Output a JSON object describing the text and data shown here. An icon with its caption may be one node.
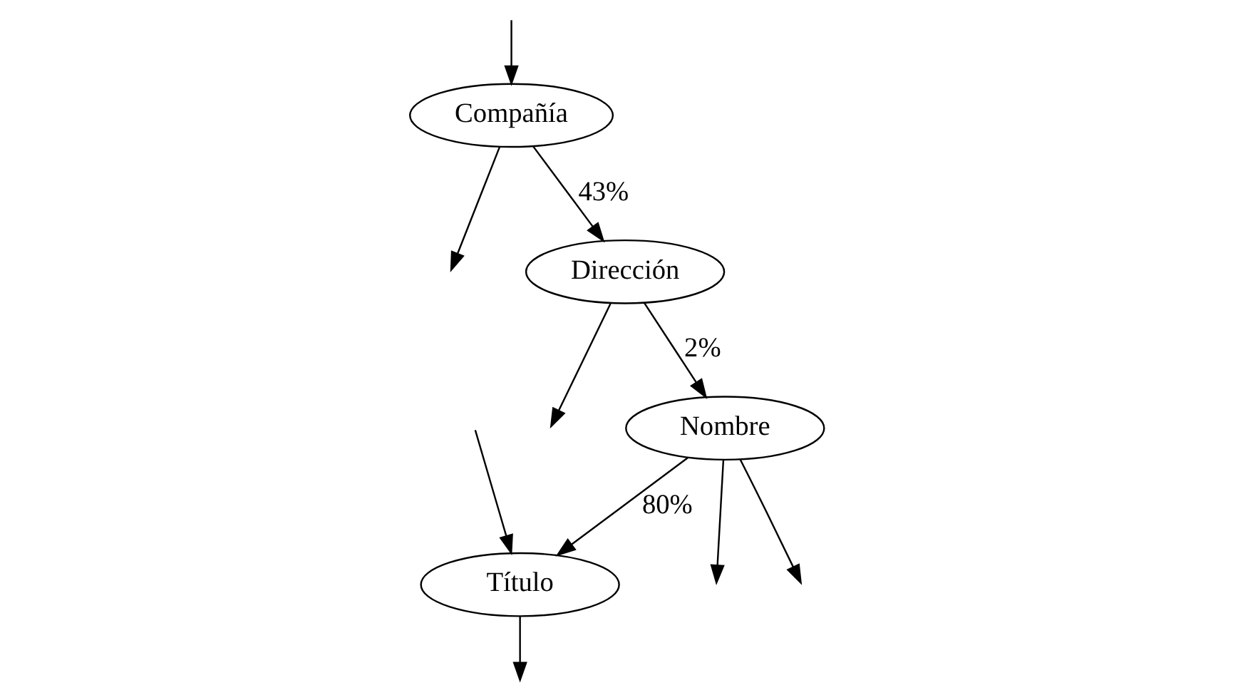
{
  "diagram": {
    "nodes": [
      {
        "text": [
          "Compañía"
        ]
      },
      {
        "text": [
          "Dirección"
        ]
      },
      {
        "text": [
          "Nombre"
        ]
      },
      {
        "text": [
          "Título"
        ]
      }
    ],
    "edges": [
      {
        "from": 0,
        "to": null,
        "arrow": "to"
      },
      {
        "from": 0,
        "to": 1,
        "arrow": "to",
        "label": "43%"
      },
      {
        "from": null,
        "to": 0,
        "arrow": "to"
      },
      {
        "from": 1,
        "to": 2,
        "arrow": "to",
        "label": "2%"
      },
      {
        "from": 1,
        "to": null,
        "arrow": "to"
      },
      {
        "from": 2,
        "to": null,
        "arrow": "to"
      },
      {
        "from": 2,
        "to": 3,
        "arrow": "to",
        "label": "80%"
      },
      {
        "from": 2,
        "to": null,
        "arrow": "to"
      },
      {
        "from": null,
        "to": 3,
        "arrow": "to"
      },
      {
        "from": 3,
        "to": null,
        "arrow": "to"
      }
    ]
  }
}
